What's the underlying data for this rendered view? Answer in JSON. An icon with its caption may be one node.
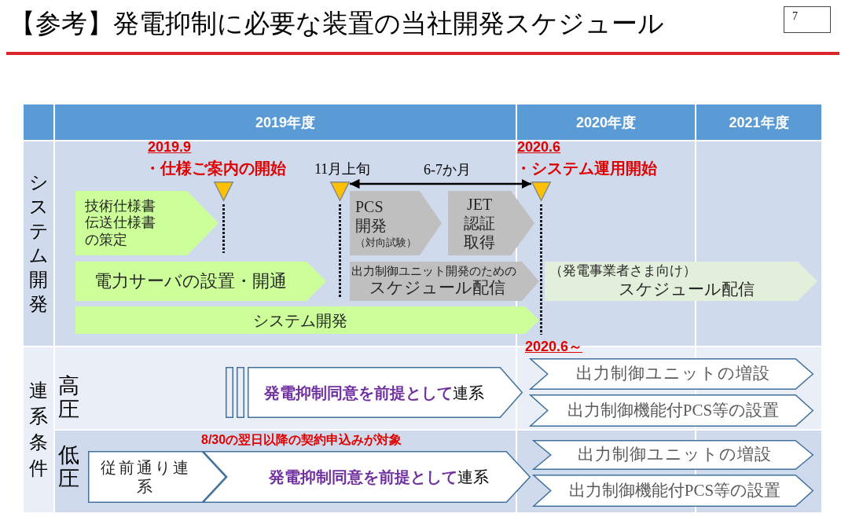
{
  "diagram": {
    "title": "【参考】発電抑制に必要な装置の当社開発スケジュール",
    "nodes": [
      {
        "text": [],
        "shape": "triangle",
        "beside": [
          "2019.9",
          "・仕様ご案内の開始"
        ]
      },
      {
        "text": [],
        "shape": "triangle",
        "beside": [
          "11月上旬"
        ]
      },
      {
        "text": [],
        "shape": "triangle",
        "beside": [
          "2020.6",
          "・システム運用開始"
        ]
      },
      {
        "text": [
          "技術仕様書伝送仕様書の策定"
        ]
      },
      {
        "text": [
          "PCS開発",
          "（対向試験）"
        ]
      },
      {
        "text": [
          "JET認証取得"
        ]
      },
      {
        "text": [
          "電力サーバの設置・開通"
        ]
      },
      {
        "text": [
          "出力制御ユニット開発のための",
          "スケジュール配信"
        ]
      },
      {
        "text": [
          "（発電事業者さま向け）",
          "スケジュール配信"
        ]
      },
      {
        "text": [
          "システム開発"
        ]
      },
      {
        "text": [],
        "shape": "box"
      },
      {
        "text": [],
        "shape": "box"
      },
      {
        "text": [
          "**発電抑制同意を前提として**連系"
        ]
      },
      {
        "text": [
          "出力制御ユニットの増設"
        ]
      },
      {
        "text": [
          "出力制御機能付PCS等の設置"
        ]
      },
      {
        "text": [
          "従前通り連系"
        ]
      },
      {
        "text": [
          "**発電抑制同意を前提として**連系"
        ]
      },
      {
        "text": [
          "出力制御ユニットの増設"
        ]
      },
      {
        "text": [
          "出力制御機能付PCS等の設置"
        ]
      }
    ],
    "edges": [
      {
        "from": 1,
        "to": 2,
        "arrow": "both",
        "label": "6-7か月"
      }
    ],
    "labels": [
      "7",
      "2019年度",
      "2020年度",
      "2021年度",
      "システム開発",
      "2020.6～",
      "連系条件",
      "高圧",
      "8/30の翌日以降の契約申込みが対象",
      "低圧"
    ]
  }
}
